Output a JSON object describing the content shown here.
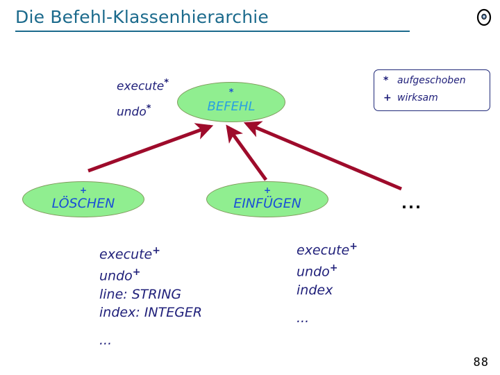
{
  "slide": {
    "title": "Die Befehl-Klassenhierarchie",
    "page_number": "88",
    "disc_icon": "disc-icon",
    "title_color": "#1B6A8C",
    "ellipse_fill": "#90EE90",
    "ellipse_border": "#7F9A5B",
    "arrow_color": "#9E0B2B",
    "label_color": "#1A4FD6",
    "text_color": "#20207A"
  },
  "legend": {
    "items": [
      {
        "symbol": "*",
        "label": "aufgeschoben"
      },
      {
        "symbol": "+",
        "label": "wirksam"
      }
    ]
  },
  "diagram": {
    "root": {
      "mark": "*",
      "name": "BEFEHL",
      "features": [
        {
          "name": "execute",
          "mark": "*"
        },
        {
          "name": "undo",
          "mark": "*"
        }
      ]
    },
    "subclasses": [
      {
        "mark": "+",
        "name": "LÖSCHEN",
        "attributes": [
          {
            "name": "execute",
            "mark": "+",
            "type": ""
          },
          {
            "name": "undo",
            "mark": "+",
            "type": ""
          },
          {
            "name": "line",
            "mark": "",
            "type": "STRING"
          },
          {
            "name": "index",
            "mark": "",
            "type": "INTEGER"
          }
        ],
        "more": "..."
      },
      {
        "mark": "+",
        "name": "EINFÜGEN",
        "attributes": [
          {
            "name": "execute",
            "mark": "+",
            "type": ""
          },
          {
            "name": "undo",
            "mark": "+",
            "type": ""
          },
          {
            "name": "index",
            "mark": "",
            "type": ""
          }
        ],
        "more": "..."
      }
    ],
    "more_classes": "...",
    "inheritance_arrows": 3
  }
}
